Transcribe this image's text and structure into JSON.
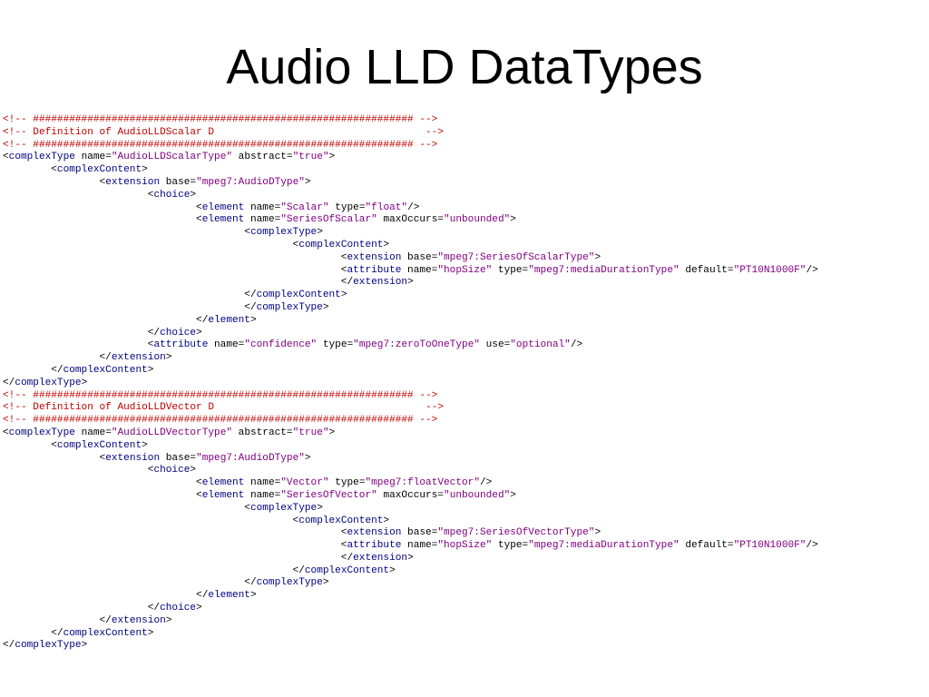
{
  "slide": {
    "title": "Audio LLD DataTypes"
  },
  "colors": {
    "comment": "#c00000",
    "tag": "#000080",
    "attribute": "#000000",
    "value": "#800080"
  },
  "code_lines": [
    [
      {
        "t": "comment",
        "s": "<!-- ############################################################### -->"
      }
    ],
    [
      {
        "t": "comment",
        "s": "<!-- Definition of AudioLLDScalar D                                   -->"
      }
    ],
    [
      {
        "t": "comment",
        "s": "<!-- ############################################################### -->"
      }
    ],
    [
      {
        "t": "text",
        "s": "<"
      },
      {
        "t": "tag",
        "s": "complexType"
      },
      {
        "t": "attr",
        "s": " name="
      },
      {
        "t": "value",
        "s": "\"AudioLLDScalarType\""
      },
      {
        "t": "attr",
        "s": " abstract="
      },
      {
        "t": "value",
        "s": "\"true\""
      },
      {
        "t": "text",
        "s": ">"
      }
    ],
    [
      {
        "t": "text",
        "s": "        <"
      },
      {
        "t": "tag",
        "s": "complexContent"
      },
      {
        "t": "text",
        "s": ">"
      }
    ],
    [
      {
        "t": "text",
        "s": "                <"
      },
      {
        "t": "tag",
        "s": "extension"
      },
      {
        "t": "attr",
        "s": " base="
      },
      {
        "t": "value",
        "s": "\"mpeg7:AudioDType\""
      },
      {
        "t": "text",
        "s": ">"
      }
    ],
    [
      {
        "t": "text",
        "s": "                        <"
      },
      {
        "t": "tag",
        "s": "choice"
      },
      {
        "t": "text",
        "s": ">"
      }
    ],
    [
      {
        "t": "text",
        "s": "                                <"
      },
      {
        "t": "tag",
        "s": "element"
      },
      {
        "t": "attr",
        "s": " name="
      },
      {
        "t": "value",
        "s": "\"Scalar\""
      },
      {
        "t": "attr",
        "s": " type="
      },
      {
        "t": "value",
        "s": "\"float\""
      },
      {
        "t": "text",
        "s": "/>"
      }
    ],
    [
      {
        "t": "text",
        "s": "                                <"
      },
      {
        "t": "tag",
        "s": "element"
      },
      {
        "t": "attr",
        "s": " name="
      },
      {
        "t": "value",
        "s": "\"SeriesOfScalar\""
      },
      {
        "t": "attr",
        "s": " maxOccurs="
      },
      {
        "t": "value",
        "s": "\"unbounded\""
      },
      {
        "t": "text",
        "s": ">"
      }
    ],
    [
      {
        "t": "text",
        "s": "                                        <"
      },
      {
        "t": "tag",
        "s": "complexType"
      },
      {
        "t": "text",
        "s": ">"
      }
    ],
    [
      {
        "t": "text",
        "s": "                                                <"
      },
      {
        "t": "tag",
        "s": "complexContent"
      },
      {
        "t": "text",
        "s": ">"
      }
    ],
    [
      {
        "t": "text",
        "s": "                                                        <"
      },
      {
        "t": "tag",
        "s": "extension"
      },
      {
        "t": "attr",
        "s": " base="
      },
      {
        "t": "value",
        "s": "\"mpeg7:SeriesOfScalarType\""
      },
      {
        "t": "text",
        "s": ">"
      }
    ],
    [
      {
        "t": "text",
        "s": "                                                        <"
      },
      {
        "t": "tag",
        "s": "attribute"
      },
      {
        "t": "attr",
        "s": " name="
      },
      {
        "t": "value",
        "s": "\"hopSize\""
      },
      {
        "t": "attr",
        "s": " type="
      },
      {
        "t": "value",
        "s": "\"mpeg7:mediaDurationType\""
      },
      {
        "t": "attr",
        "s": " default="
      },
      {
        "t": "value",
        "s": "\"PT10N1000F\""
      },
      {
        "t": "text",
        "s": "/>"
      }
    ],
    [
      {
        "t": "text",
        "s": "                                                        </"
      },
      {
        "t": "tag",
        "s": "extension"
      },
      {
        "t": "text",
        "s": ">"
      }
    ],
    [
      {
        "t": "text",
        "s": "                                        </"
      },
      {
        "t": "tag",
        "s": "complexContent"
      },
      {
        "t": "text",
        "s": ">"
      }
    ],
    [
      {
        "t": "text",
        "s": "                                        </"
      },
      {
        "t": "tag",
        "s": "complexType"
      },
      {
        "t": "text",
        "s": ">"
      }
    ],
    [
      {
        "t": "text",
        "s": "                                </"
      },
      {
        "t": "tag",
        "s": "element"
      },
      {
        "t": "text",
        "s": ">"
      }
    ],
    [
      {
        "t": "text",
        "s": "                        </"
      },
      {
        "t": "tag",
        "s": "choice"
      },
      {
        "t": "text",
        "s": ">"
      }
    ],
    [
      {
        "t": "text",
        "s": "                        <"
      },
      {
        "t": "tag",
        "s": "attribute"
      },
      {
        "t": "attr",
        "s": " name="
      },
      {
        "t": "value",
        "s": "\"confidence\""
      },
      {
        "t": "attr",
        "s": " type="
      },
      {
        "t": "value",
        "s": "\"mpeg7:zeroToOneType\""
      },
      {
        "t": "attr",
        "s": " use="
      },
      {
        "t": "value",
        "s": "\"optional\""
      },
      {
        "t": "text",
        "s": "/>"
      }
    ],
    [
      {
        "t": "text",
        "s": "                </"
      },
      {
        "t": "tag",
        "s": "extension"
      },
      {
        "t": "text",
        "s": ">"
      }
    ],
    [
      {
        "t": "text",
        "s": "        </"
      },
      {
        "t": "tag",
        "s": "complexContent"
      },
      {
        "t": "text",
        "s": ">"
      }
    ],
    [
      {
        "t": "text",
        "s": "</"
      },
      {
        "t": "tag",
        "s": "complexType"
      },
      {
        "t": "text",
        "s": ">"
      }
    ],
    [
      {
        "t": "comment",
        "s": "<!-- ############################################################### -->"
      }
    ],
    [
      {
        "t": "comment",
        "s": "<!-- Definition of AudioLLDVector D                                   -->"
      }
    ],
    [
      {
        "t": "comment",
        "s": "<!-- ############################################################### -->"
      }
    ],
    [
      {
        "t": "text",
        "s": "<"
      },
      {
        "t": "tag",
        "s": "complexType"
      },
      {
        "t": "attr",
        "s": " name="
      },
      {
        "t": "value",
        "s": "\"AudioLLDVectorType\""
      },
      {
        "t": "attr",
        "s": " abstract="
      },
      {
        "t": "value",
        "s": "\"true\""
      },
      {
        "t": "text",
        "s": ">"
      }
    ],
    [
      {
        "t": "text",
        "s": "        <"
      },
      {
        "t": "tag",
        "s": "complexContent"
      },
      {
        "t": "text",
        "s": ">"
      }
    ],
    [
      {
        "t": "text",
        "s": "                <"
      },
      {
        "t": "tag",
        "s": "extension"
      },
      {
        "t": "attr",
        "s": " base="
      },
      {
        "t": "value",
        "s": "\"mpeg7:AudioDType\""
      },
      {
        "t": "text",
        "s": ">"
      }
    ],
    [
      {
        "t": "text",
        "s": "                        <"
      },
      {
        "t": "tag",
        "s": "choice"
      },
      {
        "t": "text",
        "s": ">"
      }
    ],
    [
      {
        "t": "text",
        "s": "                                <"
      },
      {
        "t": "tag",
        "s": "element"
      },
      {
        "t": "attr",
        "s": " name="
      },
      {
        "t": "value",
        "s": "\"Vector\""
      },
      {
        "t": "attr",
        "s": " type="
      },
      {
        "t": "value",
        "s": "\"mpeg7:floatVector\""
      },
      {
        "t": "text",
        "s": "/>"
      }
    ],
    [
      {
        "t": "text",
        "s": "                                <"
      },
      {
        "t": "tag",
        "s": "element"
      },
      {
        "t": "attr",
        "s": " name="
      },
      {
        "t": "value",
        "s": "\"SeriesOfVector\""
      },
      {
        "t": "attr",
        "s": " maxOccurs="
      },
      {
        "t": "value",
        "s": "\"unbounded\""
      },
      {
        "t": "text",
        "s": ">"
      }
    ],
    [
      {
        "t": "text",
        "s": "                                        <"
      },
      {
        "t": "tag",
        "s": "complexType"
      },
      {
        "t": "text",
        "s": ">"
      }
    ],
    [
      {
        "t": "text",
        "s": "                                                <"
      },
      {
        "t": "tag",
        "s": "complexContent"
      },
      {
        "t": "text",
        "s": ">"
      }
    ],
    [
      {
        "t": "text",
        "s": "                                                        <"
      },
      {
        "t": "tag",
        "s": "extension"
      },
      {
        "t": "attr",
        "s": " base="
      },
      {
        "t": "value",
        "s": "\"mpeg7:SeriesOfVectorType\""
      },
      {
        "t": "text",
        "s": ">"
      }
    ],
    [
      {
        "t": "text",
        "s": "                                                        <"
      },
      {
        "t": "tag",
        "s": "attribute"
      },
      {
        "t": "attr",
        "s": " name="
      },
      {
        "t": "value",
        "s": "\"hopSize\""
      },
      {
        "t": "attr",
        "s": " type="
      },
      {
        "t": "value",
        "s": "\"mpeg7:mediaDurationType\""
      },
      {
        "t": "attr",
        "s": " default="
      },
      {
        "t": "value",
        "s": "\"PT10N1000F\""
      },
      {
        "t": "text",
        "s": "/>"
      }
    ],
    [
      {
        "t": "text",
        "s": "                                                        </"
      },
      {
        "t": "tag",
        "s": "extension"
      },
      {
        "t": "text",
        "s": ">"
      }
    ],
    [
      {
        "t": "text",
        "s": "                                                </"
      },
      {
        "t": "tag",
        "s": "complexContent"
      },
      {
        "t": "text",
        "s": ">"
      }
    ],
    [
      {
        "t": "text",
        "s": "                                        </"
      },
      {
        "t": "tag",
        "s": "complexType"
      },
      {
        "t": "text",
        "s": ">"
      }
    ],
    [
      {
        "t": "text",
        "s": "                                </"
      },
      {
        "t": "tag",
        "s": "element"
      },
      {
        "t": "text",
        "s": ">"
      }
    ],
    [
      {
        "t": "text",
        "s": "                        </"
      },
      {
        "t": "tag",
        "s": "choice"
      },
      {
        "t": "text",
        "s": ">"
      }
    ],
    [
      {
        "t": "text",
        "s": "                </"
      },
      {
        "t": "tag",
        "s": "extension"
      },
      {
        "t": "text",
        "s": ">"
      }
    ],
    [
      {
        "t": "text",
        "s": "        </"
      },
      {
        "t": "tag",
        "s": "complexContent"
      },
      {
        "t": "text",
        "s": ">"
      }
    ],
    [
      {
        "t": "text",
        "s": "</"
      },
      {
        "t": "tag",
        "s": "complexType"
      },
      {
        "t": "text",
        "s": ">"
      }
    ]
  ]
}
